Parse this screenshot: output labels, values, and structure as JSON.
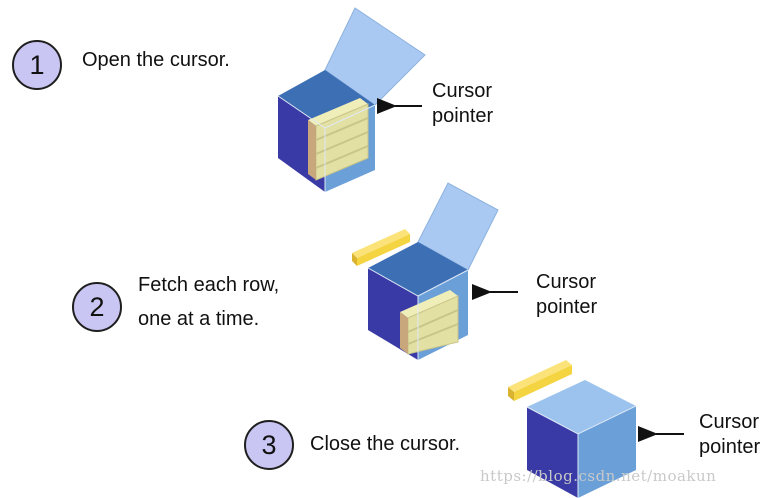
{
  "steps": [
    {
      "number": "1",
      "text": "Open the cursor.",
      "pointer": [
        "Cursor",
        "pointer"
      ]
    },
    {
      "number": "2",
      "text_lines": [
        "Fetch each row,",
        "one at a time."
      ],
      "pointer": [
        "Cursor",
        "pointer"
      ]
    },
    {
      "number": "3",
      "text": "Close the cursor.",
      "pointer": [
        "Cursor",
        "pointer"
      ]
    }
  ],
  "watermark": "https://blog.csdn.net/moakun",
  "colors": {
    "circle_fill": "#c9c6f3",
    "box_front": "#3a3aa6",
    "box_side": "#6a9fd8",
    "box_top": "#9cc3ee",
    "box_lid": "#a9c9f2",
    "rows": "#e6e4a8",
    "fetched_row": "#f5d442"
  }
}
